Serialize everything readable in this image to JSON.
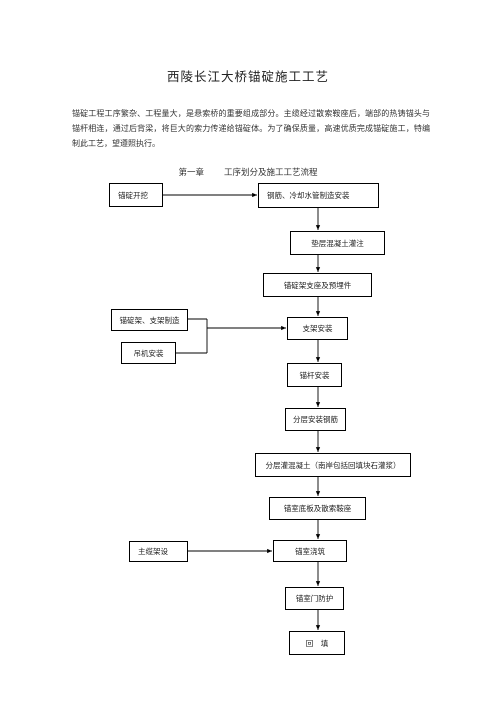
{
  "document": {
    "title": "西陵长江大桥锚碇施工工艺",
    "intro": "锚碇工程工序繁杂、工程量大，是悬索桥的重要组成部分。主缆经过散索鞍座后，端部的热铸锚头与锚杆相连，通过后背梁，将巨大的索力传递给锚碇体。为了确保质量，高速优质完成锚碇施工，特编制此工艺，望遵照执行。",
    "chapter_number": "第一章",
    "chapter_title": "工序划分及施工工艺流程"
  },
  "flowchart": {
    "steps": {
      "anchor_excavation": "锚碇开挖",
      "rebar_pipe": "钢筋、冷却水管制造安装",
      "cushion_concrete": "垫层混凝土灌注",
      "frame_support": "锚碇架支座及预埋件",
      "frame_fabrication": "锚碇架、支架制造",
      "crane_install": "吊机安装",
      "bracket_install": "支架安装",
      "anchor_rod_install": "锚杆安装",
      "layered_rebar": "分层安装钢筋",
      "layered_concrete": "分层灌混凝土（南岸包括回填块石灌浆）",
      "chamber_floor": "锚室底板及散索鞍座",
      "main_cable": "主缆架设",
      "chamber_build": "锚室浇筑",
      "chamber_door": "锚室门防护",
      "backfill": "回　填"
    }
  }
}
